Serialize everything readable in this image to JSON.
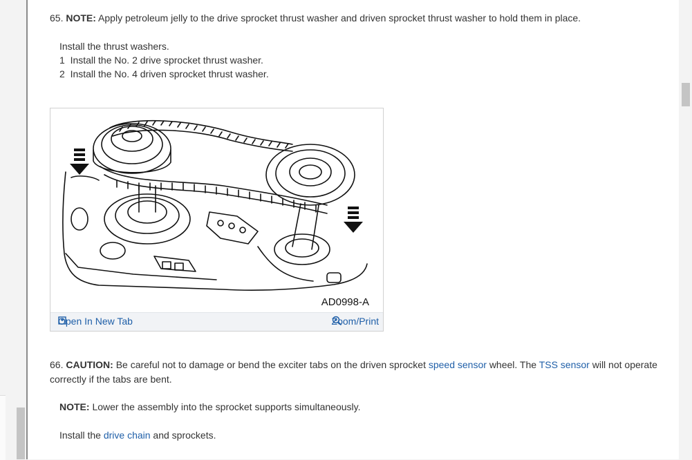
{
  "step65": {
    "number": "65.",
    "note_label": "NOTE:",
    "note_text": "Apply petroleum jelly to the drive sprocket thrust washer and driven sprocket thrust washer to hold them in place.",
    "intro": "Install the thrust washers.",
    "items": [
      {
        "num": "1",
        "text": "Install the No. 2 drive sprocket thrust washer."
      },
      {
        "num": "2",
        "text": "Install the No. 4 driven sprocket thrust washer."
      }
    ]
  },
  "figure": {
    "label": "AD0998-A",
    "open_label": "Open In New Tab",
    "zoom_label": "Zoom/Print",
    "open_icon": "open-new-tab-icon",
    "zoom_icon": "zoom-in-icon"
  },
  "step66": {
    "number": "66.",
    "caution_label": "CAUTION:",
    "caution_pre": "Be careful not to damage or bend the exciter tabs on the driven sprocket",
    "link_speed_sensor": "speed sensor",
    "caution_mid": "wheel. The",
    "link_tss_sensor": "TSS sensor",
    "caution_post": "will not operate",
    "caution_line2": "correctly if the tabs are bent.",
    "note_label": "NOTE:",
    "note_text": "Lower the assembly into the sprocket supports simultaneously.",
    "install_pre": "Install the",
    "link_drive_chain": "drive chain",
    "install_post": "and sprockets."
  },
  "colors": {
    "link": "#1f5fa8",
    "text": "#333333",
    "background": "#ffffff"
  }
}
